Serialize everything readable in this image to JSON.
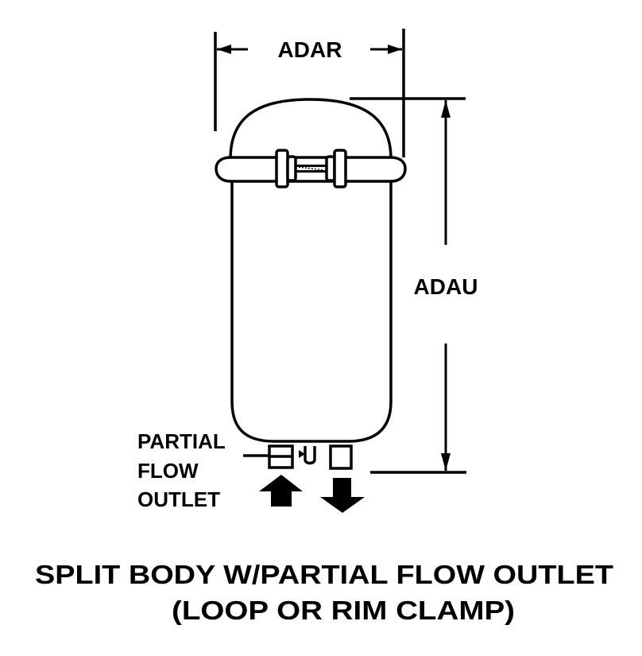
{
  "diagram": {
    "type": "technical-drawing",
    "subject": "filter-housing",
    "dimensions": {
      "width_label": "ADAR",
      "height_label": "ADAU"
    },
    "callout": {
      "lines": [
        "PARTIAL",
        "FLOW",
        "OUTLET"
      ]
    },
    "flow_arrows": [
      {
        "direction": "up",
        "meaning": "inlet"
      },
      {
        "direction": "down",
        "meaning": "outlet"
      }
    ],
    "caption": {
      "line1": "SPLIT BODY W/PARTIAL FLOW OUTLET",
      "line2": "(LOOP OR RIM CLAMP)"
    },
    "colors": {
      "ink": "#000000",
      "background": "#ffffff"
    }
  }
}
